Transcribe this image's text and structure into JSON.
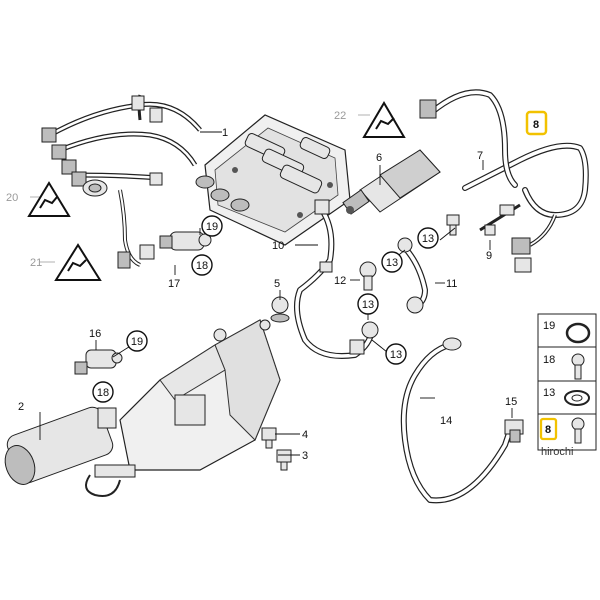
{
  "callouts": [
    {
      "id": "1",
      "label": "1"
    },
    {
      "id": "2",
      "label": "2"
    },
    {
      "id": "3",
      "label": "3"
    },
    {
      "id": "4",
      "label": "4"
    },
    {
      "id": "5",
      "label": "5"
    },
    {
      "id": "6",
      "label": "6"
    },
    {
      "id": "7",
      "label": "7"
    },
    {
      "id": "8",
      "label": "8"
    },
    {
      "id": "9",
      "label": "9"
    },
    {
      "id": "10",
      "label": "10"
    },
    {
      "id": "11",
      "label": "11"
    },
    {
      "id": "12",
      "label": "12"
    },
    {
      "id": "13",
      "label": "13"
    },
    {
      "id": "14",
      "label": "14"
    },
    {
      "id": "15",
      "label": "15"
    },
    {
      "id": "16",
      "label": "16"
    },
    {
      "id": "17",
      "label": "17"
    },
    {
      "id": "18",
      "label": "18"
    },
    {
      "id": "19",
      "label": "19"
    },
    {
      "id": "20",
      "label": "20"
    },
    {
      "id": "21",
      "label": "21"
    },
    {
      "id": "22",
      "label": "22"
    }
  ],
  "legend": [
    {
      "label": "19"
    },
    {
      "label": "18"
    },
    {
      "label": "13"
    },
    {
      "label": "8"
    }
  ],
  "watermark": "hirochi",
  "colors": {
    "highlight": "#f2c200",
    "line": "#222222",
    "part_fill": "#e6e6e6"
  }
}
